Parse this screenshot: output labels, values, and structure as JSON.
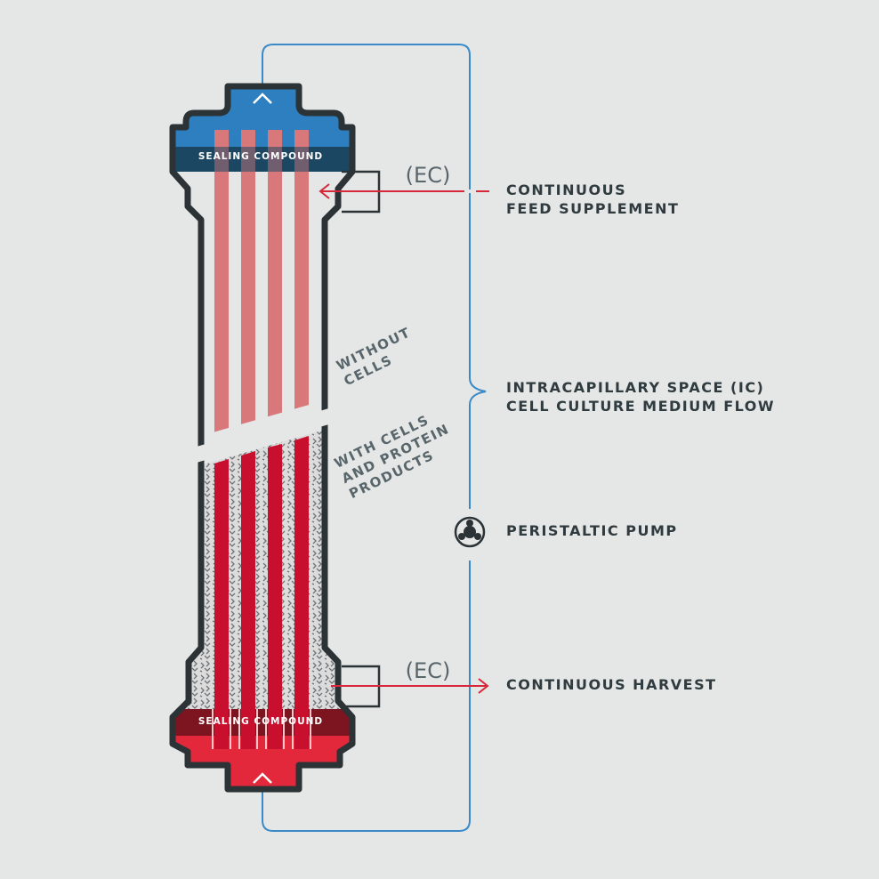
{
  "labels": {
    "feed_line1": "CONTINUOUS",
    "feed_line2": "FEED SUPPLEMENT",
    "ic_line1": "INTRACAPILLARY SPACE (IC)",
    "ic_line2": "CELL CULTURE MEDIUM FLOW",
    "pump": "PERISTALTIC PUMP",
    "harvest": "CONTINUOUS HARVEST"
  },
  "module": {
    "sealing_top": "SEALING COMPOUND",
    "sealing_bottom": "SEALING COMPOUND",
    "ec_top": "(EC)",
    "ec_bottom": "(EC)"
  },
  "annotations": {
    "without_line1": "WITHOUT",
    "without_line2": "CELLS",
    "with_line1": "WITH CELLS",
    "with_line2": "AND PROTEIN",
    "with_line3": "PRODUCTS"
  },
  "colors": {
    "background": "#e5e6e6",
    "outline": "#2b3336",
    "ic_blue": "#2e7fbf",
    "seal_blue": "#1b4763",
    "fiber_light": "#d8787a",
    "fiber_red": "#c8102e",
    "seal_red": "#7d1520",
    "bottom_red": "#e2283a",
    "arrow_red": "#d6283a",
    "loop_blue": "#3a89c9",
    "text_dark": "#2f3b3f"
  },
  "icons": [
    "pump-icon",
    "arrow-up-icon",
    "arrow-left-icon",
    "arrow-right-icon"
  ]
}
